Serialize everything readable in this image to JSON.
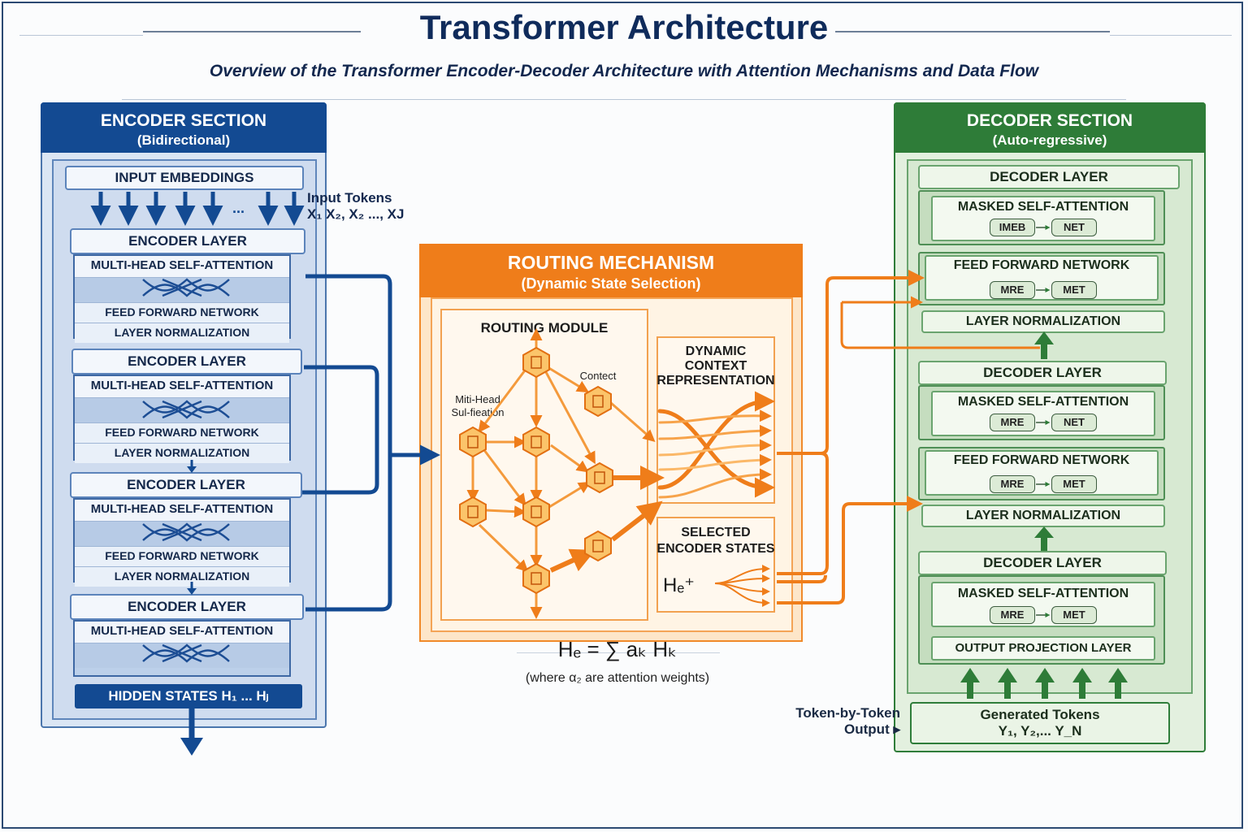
{
  "title": "Transformer Architecture",
  "subtitle": "Overview of the Transformer Encoder-Decoder Architecture with Attention Mechanisms and Data Flow",
  "colors": {
    "encoder": "#134a92",
    "routing": "#ef7d1a",
    "decoder": "#2e7c38"
  },
  "encoder": {
    "title": "ENCODER SECTION",
    "subtitle": "(Bidirectional)",
    "input_embeddings": "INPUT EMBEDDINGS",
    "ellipsis": "...",
    "input_tokens_label": "Input Tokens",
    "input_tokens_value": "X₁  X₂, X₂ ..., XJ",
    "layers": [
      {
        "label": "ENCODER LAYER",
        "mhsa": "MULTI-HEAD SELF-ATTENTION",
        "ffn": "FEED FORWARD NETWORK",
        "norm": "LAYER NORMALIZATION"
      },
      {
        "label": "ENCODER LAYER",
        "mhsa": "MULTI-HEAD SELF-ATTENTION",
        "ffn": "FEED FORWARD NETWORK",
        "norm": "LAYER NORMALIZATION"
      },
      {
        "label": "ENCODER LAYER",
        "mhsa": "MULTI-HEAD SELF-ATTENTION",
        "ffn": "FEED FORWARD NETWORK",
        "norm": "LAYER NORMALIZATION"
      },
      {
        "label": "ENCODER LAYER",
        "mhsa": "MULTI-HEAD SELF-ATTENTION"
      }
    ],
    "hidden_states": "HIDDEN STATES H₁ ... Hⱼ"
  },
  "routing": {
    "title": "ROUTING MECHANISM",
    "subtitle": "(Dynamic State Selection)",
    "module_label": "ROUTING MODULE",
    "mhsa_label_1": "Miti-Head",
    "mhsa_label_2": "Sul-fieation",
    "contect_label": "Contect",
    "dynamic_1": "DYNAMIC",
    "dynamic_2": "CONTEXT",
    "dynamic_3": "REPRESENTATION",
    "selected_1": "SELECTED",
    "selected_2": "ENCODER STATES",
    "he_symbol": "Hₑ⁺",
    "formula": "Hₑ = ∑ aₖ Hₖ",
    "formula_note": "(where α₂ are attention weights)"
  },
  "decoder": {
    "title": "DECODER SECTION",
    "subtitle": "(Auto-regressive)",
    "layer1": {
      "label": "DECODER LAYER",
      "msa": "MASKED SELF-ATTENTION",
      "pill_a": "IMEB",
      "pill_b": "NET",
      "ffn": "FEED FORWARD NETWORK",
      "ffn_pill_a": "MRE",
      "ffn_pill_b": "MET",
      "norm": "LAYER NORMALIZATION"
    },
    "layer2": {
      "label": "DECODER LAYER",
      "msa": "MASKED SELF-ATTENTION",
      "pill_a": "MRE",
      "pill_b": "NET",
      "ffn": "FEED FORWARD NETWORK",
      "ffn_pill_a": "MRE",
      "ffn_pill_b": "MET",
      "norm": "LAYER NORMALIZATION"
    },
    "layer3": {
      "label": "DECODER LAYER",
      "msa": "MASKED SELF-ATTENTION",
      "pill_a": "MRE",
      "pill_b": "MET",
      "output": "OUTPUT PROJECTION LAYER"
    },
    "token_label_1": "Token-by-Token",
    "token_label_2": "Output ▸",
    "generated_1": "Generated Tokens",
    "generated_2": "Y₁, Y₂,... Y_N"
  }
}
